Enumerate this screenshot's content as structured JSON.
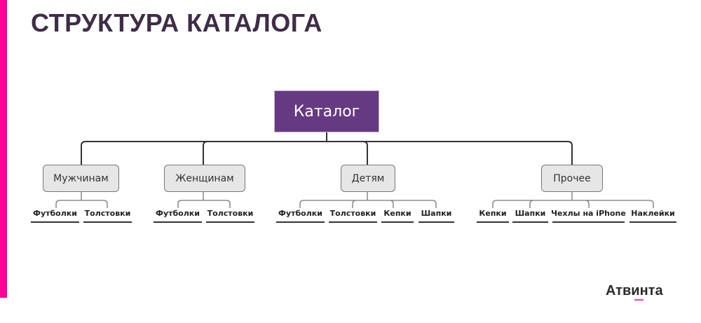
{
  "title": "СТРУКТУРА КАТАЛОГА",
  "colors": {
    "accent_bar": "#ff0099",
    "title": "#3f2d47",
    "root_fill": "#663a83",
    "category_fill": "#e6e6e6",
    "logo_underline": "#ff3bb0"
  },
  "tree": {
    "root": "Каталог",
    "categories": [
      {
        "label": "Мужчинам",
        "children": [
          "Футболки",
          "Толстовки"
        ]
      },
      {
        "label": "Женщинам",
        "children": [
          "Футболки",
          "Толстовки"
        ]
      },
      {
        "label": "Детям",
        "children": [
          "Футболки",
          "Толстовки",
          "Кепки",
          "Шапки"
        ]
      },
      {
        "label": "Прочее",
        "children": [
          "Кепки",
          "Шапки",
          "Чехлы на iPhone",
          "Наклейки"
        ]
      }
    ]
  },
  "logo": "Атвинта"
}
